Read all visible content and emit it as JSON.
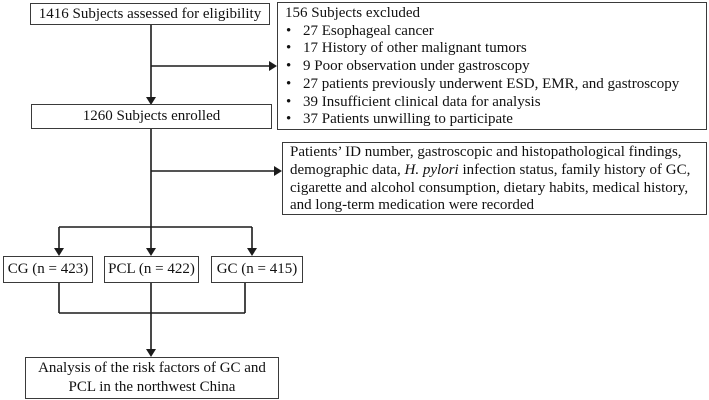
{
  "diagram": {
    "box_eligibility": {
      "text": "1416 Subjects assessed for eligibility"
    },
    "box_enrolled": {
      "text": "1260 Subjects enrolled"
    },
    "box_excluded": {
      "title": "156 Subjects excluded",
      "bullet_char": "•",
      "items": [
        "27 Esophageal cancer",
        "17 History of other malignant tumors",
        "9 Poor observation under gastroscopy",
        "27 patients previously underwent ESD, EMR, and gastroscopy",
        "39 Insufficient clinical data for analysis",
        "37 Patients unwilling to participate"
      ]
    },
    "box_recorded": {
      "line1": "Patients’ ID number, gastroscopic and histopathological findings,",
      "line2_before": "demographic data, ",
      "line2_italic": "H. pylori",
      "line2_after": " infection status, family history of GC,",
      "line3": "cigarette and alcohol consumption, dietary habits, medical history,",
      "line4": "and long-term medication were recorded"
    },
    "box_cg": {
      "text": "CG (n = 423)"
    },
    "box_pcl": {
      "text": "PCL (n = 422)"
    },
    "box_gc": {
      "text": "GC (n = 415)"
    },
    "box_analysis": {
      "line1": "Analysis of the risk factors of GC and",
      "line2": "PCL in the northwest China"
    },
    "colors": {
      "line": "#1c1c1c",
      "border": "#3a3a3a",
      "text": "#111111",
      "background": "#ffffff"
    }
  }
}
